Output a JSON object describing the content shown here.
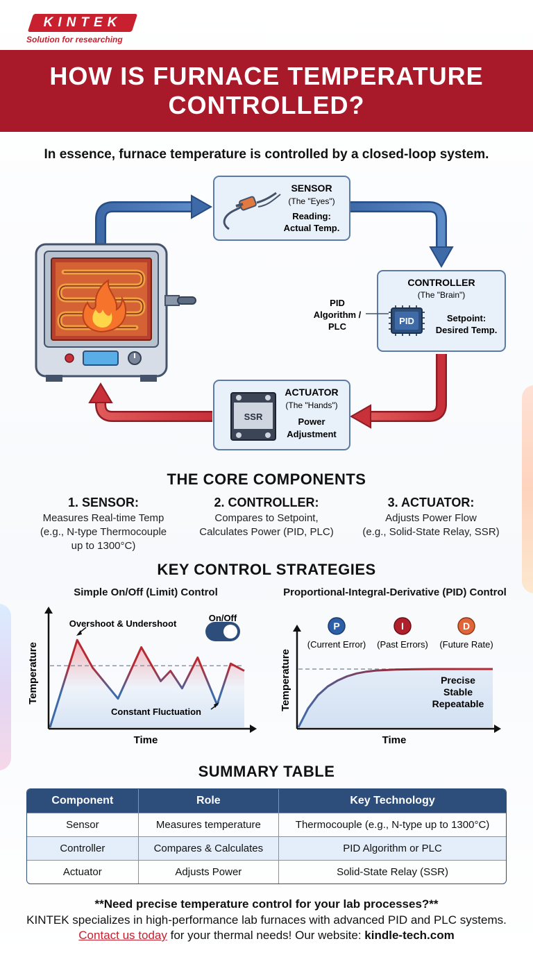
{
  "brand": {
    "logo_text": "KINTEK",
    "tagline": "Solution for researching"
  },
  "title": "HOW IS FURNACE TEMPERATURE CONTROLLED?",
  "intro": "In essence, furnace temperature is controlled by a closed-loop system.",
  "loop": {
    "sensor": {
      "title": "SENSOR",
      "subtitle": "(The \"Eyes\")",
      "line1": "Reading:",
      "line2": "Actual Temp."
    },
    "controller": {
      "title": "CONTROLLER",
      "subtitle": "(The \"Brain\")",
      "chip": "PID",
      "line1": "Setpoint:",
      "line2": "Desired Temp.",
      "side1": "PID",
      "side2": "Algorithm /",
      "side3": "PLC"
    },
    "actuator": {
      "title": "ACTUATOR",
      "subtitle": "(The \"Hands\")",
      "chip": "SSR",
      "line1": "Power",
      "line2": "Adjustment"
    }
  },
  "core": {
    "heading": "THE CORE COMPONENTS",
    "items": [
      {
        "title": "1. SENSOR:",
        "line1": "Measures Real-time Temp",
        "line2": "(e.g., N-type Thermocouple",
        "line3": "up to 1300°C)"
      },
      {
        "title": "2. CONTROLLER:",
        "line1": "Compares to Setpoint,",
        "line2": "Calculates Power (PID, PLC)",
        "line3": ""
      },
      {
        "title": "3. ACTUATOR:",
        "line1": "Adjusts Power Flow",
        "line2": "(e.g., Solid-State Relay, SSR)",
        "line3": ""
      }
    ]
  },
  "strategies": {
    "heading": "KEY CONTROL STRATEGIES"
  },
  "chart_data": [
    {
      "type": "line",
      "title": "Simple On/Off (Limit) Control",
      "xlabel": "Time",
      "ylabel": "Temperature",
      "toggle_label": "On/Off",
      "annotations": [
        "Overshoot & Undershoot",
        "Constant Fluctuation"
      ],
      "setpoint": 0.6,
      "ylim": [
        0,
        1
      ],
      "xlim": [
        0,
        1
      ],
      "x": [
        0.0,
        0.14,
        0.22,
        0.35,
        0.47,
        0.57,
        0.62,
        0.68,
        0.76,
        0.86,
        0.93,
        1.0
      ],
      "y": [
        0.0,
        0.85,
        0.58,
        0.28,
        0.78,
        0.45,
        0.55,
        0.38,
        0.68,
        0.22,
        0.62,
        0.55
      ]
    },
    {
      "type": "line",
      "title": "Proportional-Integral-Derivative (PID) Control",
      "xlabel": "Time",
      "ylabel": "Temperature",
      "terms": [
        {
          "letter": "P",
          "label": "(Current Error)",
          "color": "#2d5fa8"
        },
        {
          "letter": "I",
          "label": "(Past Errors)",
          "color": "#b0202b"
        },
        {
          "letter": "D",
          "label": "(Future Rate)",
          "color": "#e0663a"
        }
      ],
      "annotation_lines": [
        "Precise",
        "Stable",
        "Repeatable"
      ],
      "setpoint": 0.8,
      "ylim": [
        0,
        1
      ],
      "xlim": [
        0,
        1
      ],
      "x": [
        0.0,
        0.05,
        0.1,
        0.15,
        0.2,
        0.25,
        0.3,
        0.35,
        0.4,
        0.5,
        0.6,
        0.7,
        0.8,
        0.9,
        1.0
      ],
      "y": [
        0.0,
        0.26,
        0.44,
        0.56,
        0.64,
        0.7,
        0.74,
        0.765,
        0.78,
        0.793,
        0.798,
        0.8,
        0.8,
        0.8,
        0.8
      ]
    }
  ],
  "summary": {
    "heading": "SUMMARY TABLE",
    "headers": [
      "Component",
      "Role",
      "Key Technology"
    ],
    "rows": [
      [
        "Sensor",
        "Measures temperature",
        "Thermocouple (e.g., N-type up to 1300°C)"
      ],
      [
        "Controller",
        "Compares & Calculates",
        "PID Algorithm or PLC"
      ],
      [
        "Actuator",
        "Adjusts Power",
        "Solid-State Relay (SSR)"
      ]
    ]
  },
  "footer": {
    "title": "**Need precise temperature control for your lab processes?**",
    "body_a": "KINTEK specializes in high-performance lab furnaces with advanced PID and PLC systems.",
    "link": "Contact us today",
    "body_b": "for your thermal needs! Our website:",
    "website": "kindle-tech.com"
  },
  "colors": {
    "brand_red": "#a8192a",
    "navy": "#2d4e7a",
    "flow_blue": "#3e6aa8",
    "flow_red": "#c8303a"
  }
}
